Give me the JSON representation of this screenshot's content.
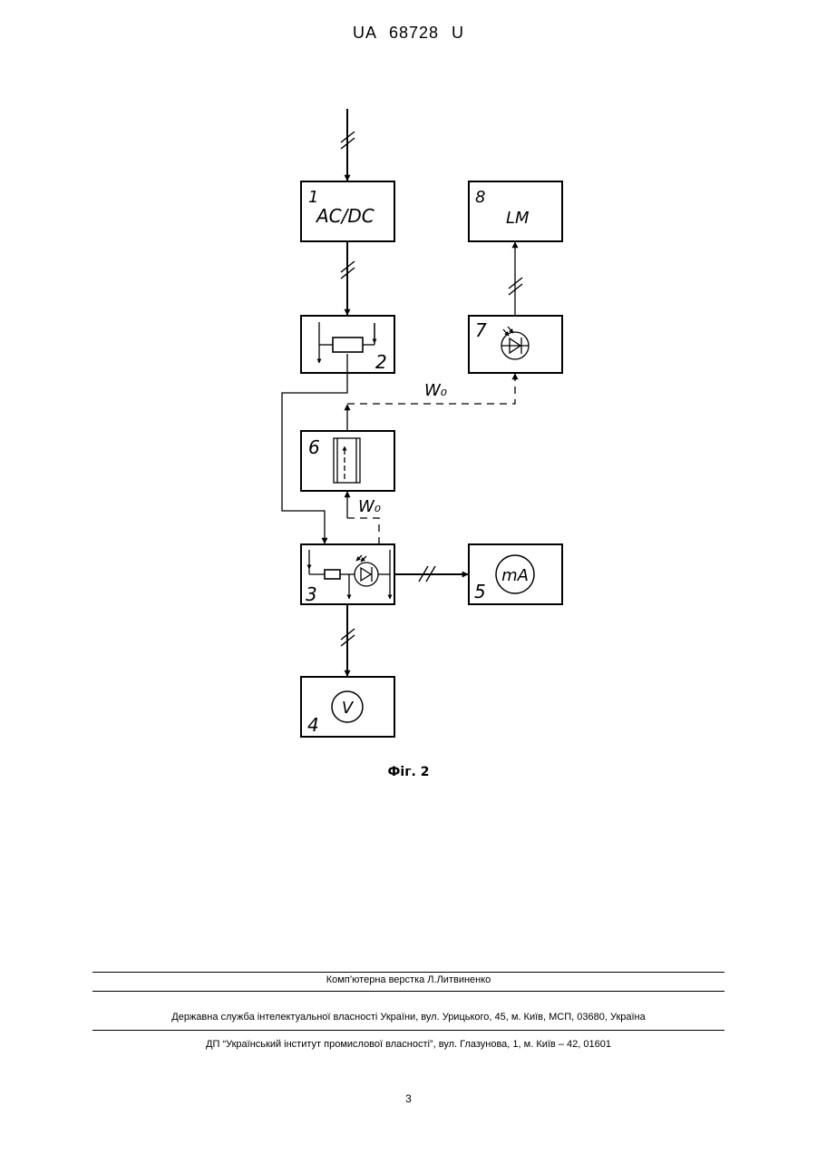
{
  "header": {
    "patent_id": "UA 68728 U"
  },
  "figure": {
    "caption": "Фіг. 2",
    "blocks": [
      {
        "id": "1",
        "number": "1",
        "text": "AC/DC"
      },
      {
        "id": "8",
        "number": "8",
        "text": "LM"
      },
      {
        "id": "2",
        "number": "2",
        "text": ""
      },
      {
        "id": "7",
        "number": "7",
        "text": ""
      },
      {
        "id": "6",
        "number": "6",
        "text": ""
      },
      {
        "id": "3",
        "number": "3",
        "text": ""
      },
      {
        "id": "5",
        "number": "5",
        "text": "mA"
      },
      {
        "id": "4",
        "number": "4",
        "text": "V"
      }
    ],
    "flux_label_upper": "W₀",
    "flux_label_lower": "W₀"
  },
  "imprint": {
    "layout_credit": "Комп’ютерна верстка Л.Литвиненко",
    "agency": "Державна служба інтелектуальної власності України, вул. Урицького, 45, м. Київ, МСП, 03680, Україна",
    "institute": "ДП “Український інститут промислової власності”, вул. Глазунова, 1, м. Київ – 42, 01601"
  },
  "page_number": "3"
}
